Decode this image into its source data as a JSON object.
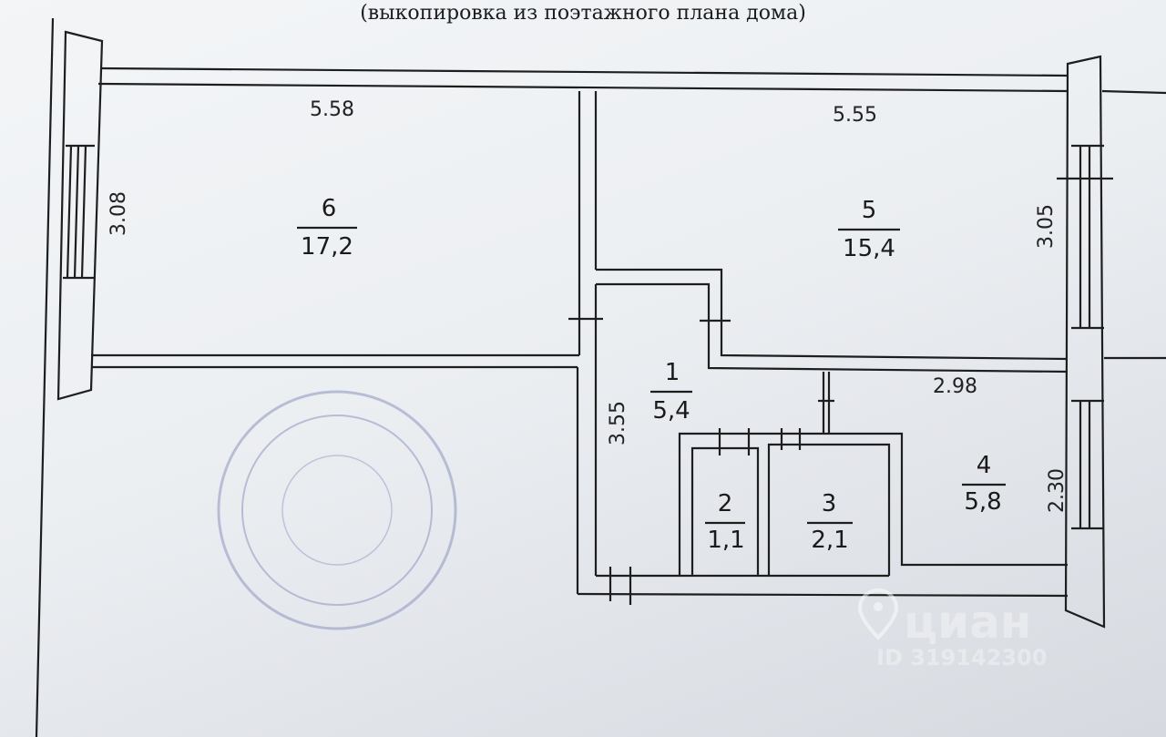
{
  "header": {
    "title": "(выкопировка из поэтажного плана дома)"
  },
  "rooms": [
    {
      "number": "6",
      "area": "17,2"
    },
    {
      "number": "5",
      "area": "15,4"
    },
    {
      "number": "1",
      "area": "5,4"
    },
    {
      "number": "2",
      "area": "1,1"
    },
    {
      "number": "3",
      "area": "2,1"
    },
    {
      "number": "4",
      "area": "5,8"
    }
  ],
  "dimensions": {
    "room6_width": "5.58",
    "room6_depth": "3.08",
    "room5_width": "5.55",
    "room5_depth": "3.05",
    "hall_depth": "3.55",
    "room4_width": "2.98",
    "room4_depth": "2.30"
  },
  "watermark": {
    "brand": "циан",
    "id": "ID 319142300"
  },
  "colors": {
    "wall": "#1e1e1e",
    "stamp": "#7d86b2",
    "paper": "#eef0f3"
  }
}
